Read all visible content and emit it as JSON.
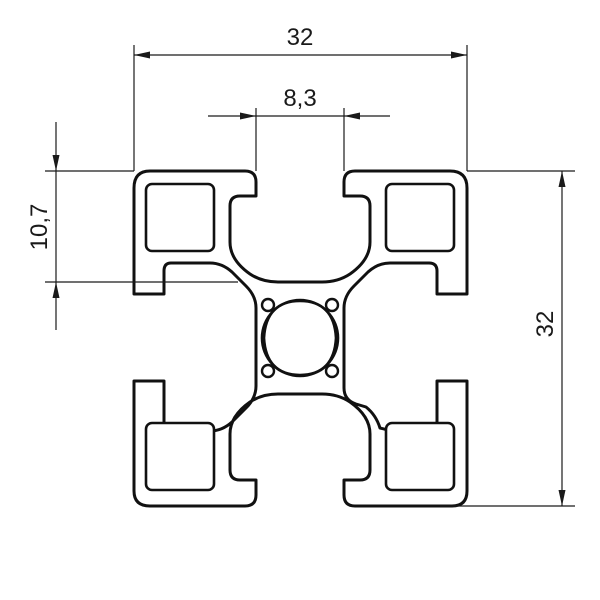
{
  "drawing": {
    "dimensions": {
      "overall_width": "32",
      "slot_width": "8,3",
      "overall_height": "32",
      "slot_depth": "10,7"
    }
  }
}
